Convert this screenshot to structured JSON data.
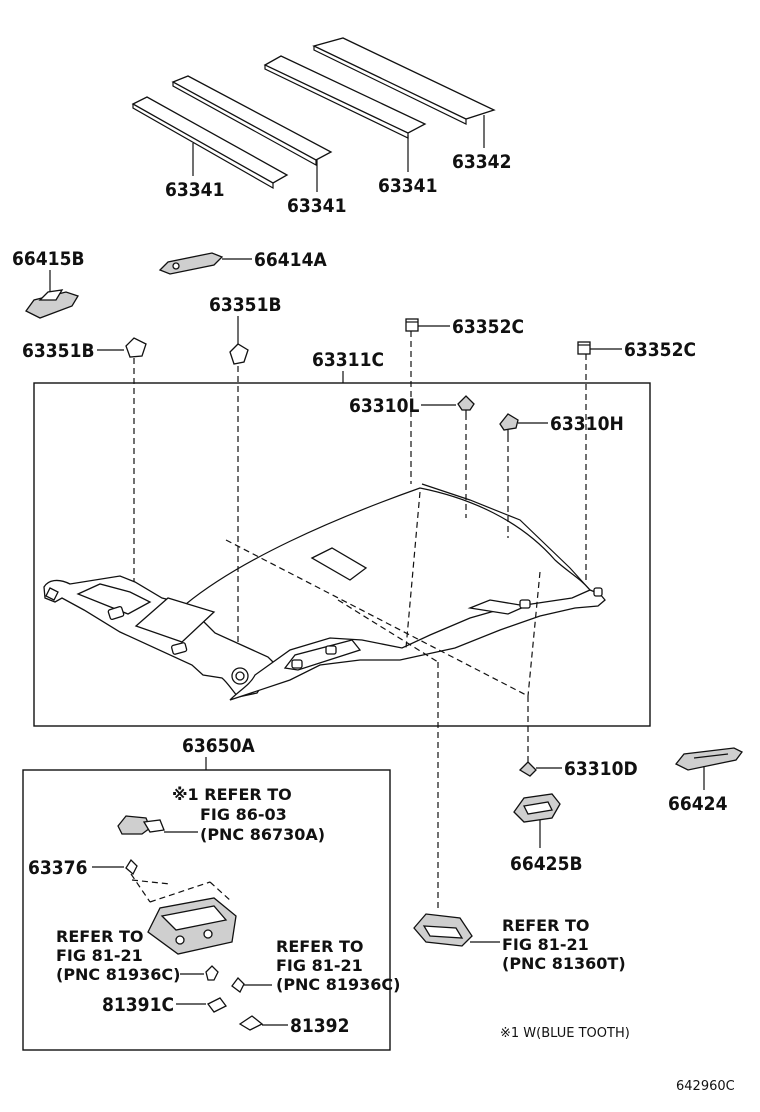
{
  "parts": {
    "p63341_a": "63341",
    "p63341_b": "63341",
    "p63341_c": "63341",
    "p63342": "63342",
    "p66415B": "66415B",
    "p66414A": "66414A",
    "p63351B_top": "63351B",
    "p63351B_left": "63351B",
    "p63352C_a": "63352C",
    "p63352C_b": "63352C",
    "p63311C": "63311C",
    "p63310L": "63310L",
    "p63310H": "63310H",
    "p63650A": "63650A",
    "p63310D": "63310D",
    "p66424": "66424",
    "p66425B": "66425B",
    "p63376": "63376",
    "p81391C": "81391C",
    "p81392": "81392"
  },
  "refs": {
    "bluetooth_ref": [
      "※1 REFER TO",
      "FIG 86-03",
      "(PNC 86730A)"
    ],
    "lamp_ref_left": [
      "REFER TO",
      "FIG 81-21",
      "(PNC 81936C)"
    ],
    "lamp_ref_mid": [
      "REFER TO",
      "FIG 81-21",
      "(PNC 81936C)"
    ],
    "lamp_ref_right": [
      "REFER TO",
      "FIG 81-21",
      "(PNC 81360T)"
    ]
  },
  "footnote": "※1 W(BLUE TOOTH)",
  "figure_code": "642960C"
}
